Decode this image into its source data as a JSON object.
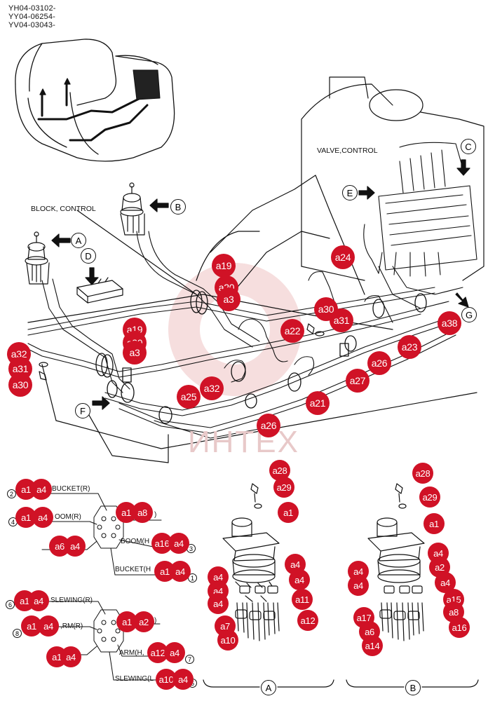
{
  "serials": [
    "YH04-03102-",
    "YY04-06254-",
    "YV04-03043-"
  ],
  "labels": {
    "block_control": "BLOCK, CONTROL",
    "valve_control": "VALVE,CONTROL"
  },
  "view_letters": {
    "A": "A",
    "B": "B",
    "C": "C",
    "D": "D",
    "E": "E",
    "F": "F",
    "G": "G"
  },
  "section_views": {
    "A": "A",
    "B": "B"
  },
  "watermark": "ИНТЕХ",
  "port_diagram_1": {
    "bucket_r": "BUCKET(R)",
    "boom_r": "OOM(R)",
    "boom_h": "BOOM(H",
    "bucket_h": "BUCKET(H",
    "n2": "2",
    "n4": "4",
    "n3": "3",
    "n1": "1",
    "n_right": ")"
  },
  "port_diagram_2": {
    "slewing_r": "SLEWING(R)",
    "arm_r": ",RM(R)",
    "arm_h": "ARM(H,",
    "slewing_l": "SLEWING(L",
    "n6": "6",
    "n8": "8",
    "n7": "7",
    "n5": "5",
    "n_right": ")"
  },
  "callouts": {
    "c01": "a19",
    "c02": "a20",
    "c03": "a3",
    "c04": "a24",
    "c05": "a30",
    "c06": "a31",
    "c07": "a22",
    "c08": "a38",
    "c09": "a23",
    "c10": "a26",
    "c11": "a27",
    "c12": "a21",
    "c13": "a19",
    "c14": "a20",
    "c15": "a3",
    "c16": "a32",
    "c17": "a31",
    "c18": "a30",
    "c19": "a25",
    "c20": "a32",
    "c21": "a26",
    "c22": "a1",
    "c23": "a4",
    "c24": "a1",
    "c25": "a4",
    "c26": "a1",
    "c27": "a8",
    "c28": "a6",
    "c29": "a4",
    "c30": "a16",
    "c31": "a4",
    "c32": "a1",
    "c33": "a4",
    "c34": "a1",
    "c35": "a4",
    "c36": "a1",
    "c37": "a2",
    "c38": "a1",
    "c39": "a4",
    "c40": "a1",
    "c41": "a4",
    "c42": "a12",
    "c43": "a4",
    "c44": "a10",
    "c45": "a4",
    "c46": "a28",
    "c47": "a29",
    "c48": "a1",
    "c49": "a4",
    "c50": "a4",
    "c51": "a4",
    "c52": "a4",
    "c53": "a11",
    "c54": "a4",
    "c55": "a7",
    "c56": "a12",
    "c57": "a10",
    "c58": "a28",
    "c59": "a29",
    "c60": "a1",
    "c61": "a4",
    "c62": "a4",
    "c63": "a2",
    "c64": "a4",
    "c65": "a4",
    "c66": "a15",
    "c67": "a17",
    "c68": "a8",
    "c69": "a6",
    "c70": "a16",
    "c71": "a14"
  }
}
